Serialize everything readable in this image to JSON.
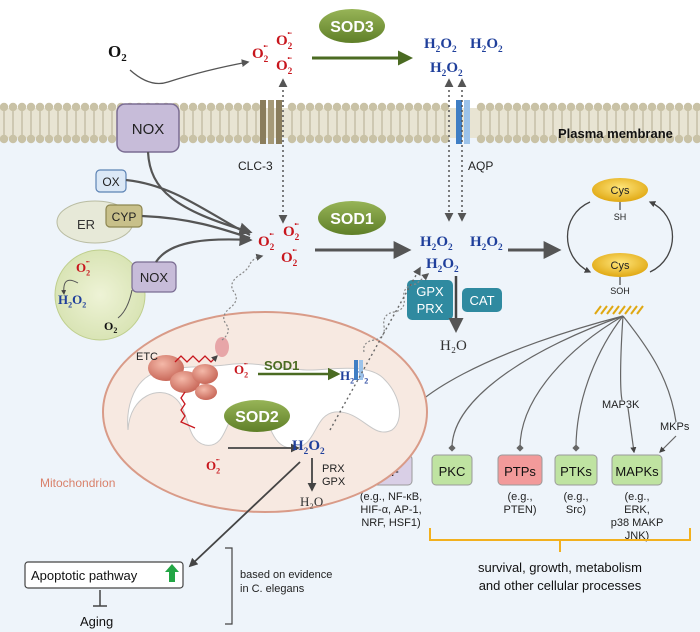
{
  "molecules": {
    "o2": "O",
    "o2_sub": "2",
    "superoxide_base": "O",
    "superoxide_sub": "2",
    "superoxide_dot": "·",
    "superoxide_charge": "-",
    "h2o2_h": "H",
    "h2o2_sub": "2",
    "h2o2_o": "O",
    "water": "H₂O"
  },
  "enzymes": {
    "sod3": "SOD3",
    "sod1": "SOD1",
    "sod1_mito": "SOD1",
    "sod2": "SOD2",
    "nox": "NOX",
    "nox_er": "NOX",
    "ox": "OX",
    "cyp": "CYP",
    "er": "ER",
    "gpx": "GPX",
    "prx": "PRX",
    "cat": "CAT",
    "etc": "ETC",
    "mito_prx": "PRX",
    "mito_gpx": "GPX"
  },
  "membrane": {
    "label": "Plasma membrane",
    "clc3": "CLC-3",
    "aqp": "AQP"
  },
  "cysteine": {
    "cys": "Cys",
    "sh": "SH",
    "soh": "SOH"
  },
  "signaling": {
    "map3k": "MAP3K",
    "mkps": "MKPs",
    "targets": [
      {
        "label": "TF",
        "color": "#d9cfe6",
        "examples": [
          "(e.g., NF-κB,",
          "HIF-α, AP-1,",
          "NRF, HSF1)"
        ]
      },
      {
        "label": "PKC",
        "color": "#bfe3a1",
        "examples": []
      },
      {
        "label": "PTPs",
        "color": "#f29a9a",
        "examples": [
          "(e.g.,",
          "PTEN)"
        ]
      },
      {
        "label": "PTKs",
        "color": "#bfe3a1",
        "examples": [
          "(e.g.,",
          "Src)"
        ]
      },
      {
        "label": "MAPKs",
        "color": "#bfe3a1",
        "examples": [
          "(e.g.,",
          "ERK,",
          "p38 MAKP",
          "JNK)"
        ]
      }
    ],
    "outcome_lines": [
      "survival, growth, metabolism",
      "and other cellular processes"
    ]
  },
  "mitochondrion": {
    "label": "Mitochondrion"
  },
  "aging": {
    "apoptotic": "Apoptotic pathway",
    "aging": "Aging",
    "evidence_lines": [
      "based on evidence",
      "in C. elegans"
    ]
  },
  "colors": {
    "superoxide": "#c8161d",
    "h2o2": "#1f3f9b",
    "sod_green": "#7a9a3a",
    "membrane_head": "#c9c2a6",
    "cytosol": "#eef4fa",
    "mito_fill": "#f7e9e1",
    "mito_edge": "#d99b88",
    "teal": "#2f8aa0",
    "nox_fill": "#c7bcd9",
    "cys_yellow": "#f2c230",
    "outcome_bracket": "#f2b01e"
  }
}
